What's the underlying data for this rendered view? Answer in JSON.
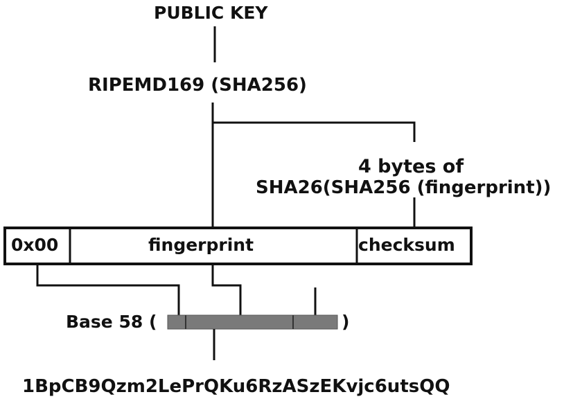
{
  "diagram": {
    "public_key": "PUBLIC KEY",
    "hash_step": "RIPEMD169 (SHA256)",
    "checksum_note_line1": "4 bytes of",
    "checksum_note_line2": "SHA26(SHA256 (fingerprint))",
    "fields": {
      "version": "0x00",
      "fingerprint": "fingerprint",
      "checksum": "checksum"
    },
    "base58_label": "Base 58 (",
    "base58_close": ")",
    "address": "1BpCB9Qzm2LePrQKu6RzASzEKvjc6utsQQ"
  },
  "colors": {
    "line": "#111111",
    "base58_bar": "#7a7a7a"
  }
}
